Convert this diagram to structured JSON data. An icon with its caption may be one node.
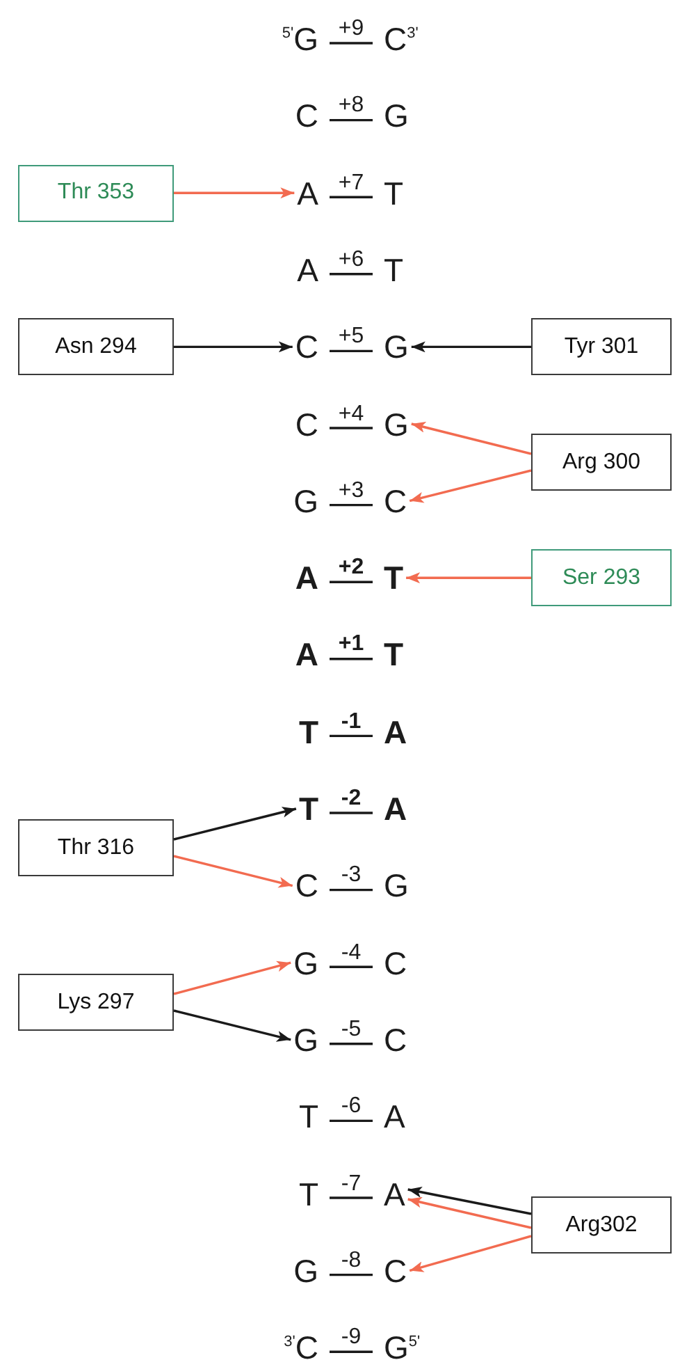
{
  "diagram": {
    "nodes": [
      {
        "text": [
          "$^{5'}$G"
        ]
      },
      {
        "text": [
          "C$^{3'}$"
        ]
      },
      {
        "text": [
          "C"
        ]
      },
      {
        "text": [
          "G"
        ]
      },
      {
        "text": [
          "Thr 353"
        ]
      },
      {
        "text": [
          "A"
        ]
      },
      {
        "text": [
          "T"
        ]
      },
      {
        "text": [
          "A"
        ]
      },
      {
        "text": [
          "T"
        ]
      },
      {
        "text": [
          "Asn 294"
        ]
      },
      {
        "text": [
          "C"
        ]
      },
      {
        "text": [
          "G"
        ]
      },
      {
        "text": [
          "Tyr 301"
        ]
      },
      {
        "text": [
          "C"
        ]
      },
      {
        "text": [
          "G"
        ]
      },
      {
        "text": [
          "Arg 300"
        ]
      },
      {
        "text": [
          "G"
        ]
      },
      {
        "text": [
          "C"
        ]
      },
      {
        "text": [
          "A"
        ]
      },
      {
        "text": [
          "T"
        ]
      },
      {
        "text": [
          "Ser 293"
        ]
      },
      {
        "text": [
          "A"
        ]
      },
      {
        "text": [
          "T"
        ]
      },
      {
        "text": [
          "T"
        ]
      },
      {
        "text": [
          "A"
        ]
      },
      {
        "text": [
          "T"
        ]
      },
      {
        "text": [
          "A"
        ]
      },
      {
        "text": [
          "Thr 316"
        ]
      },
      {
        "text": [
          "C"
        ]
      },
      {
        "text": [
          "G"
        ]
      },
      {
        "text": [
          "Lys 297"
        ]
      },
      {
        "text": [
          "G"
        ]
      },
      {
        "text": [
          "C"
        ]
      },
      {
        "text": [
          "G"
        ]
      },
      {
        "text": [
          "C"
        ]
      },
      {
        "text": [
          "T"
        ]
      },
      {
        "text": [
          "A"
        ]
      },
      {
        "text": [
          "T"
        ]
      },
      {
        "text": [
          "A"
        ]
      },
      {
        "text": [
          "Arg302"
        ]
      },
      {
        "text": [
          "G"
        ]
      },
      {
        "text": [
          "C"
        ]
      },
      {
        "text": [
          "$^{3'}$C"
        ]
      },
      {
        "text": [
          "G$^{5'}$"
        ]
      }
    ],
    "edges": [
      {
        "from": 0,
        "to": 1,
        "arrow": "none",
        "label": "+9"
      },
      {
        "from": 2,
        "to": 3,
        "arrow": "none",
        "label": "+8"
      },
      {
        "from": 4,
        "to": 5,
        "arrow": "to",
        "color": "#f26b50"
      },
      {
        "from": 5,
        "to": 6,
        "arrow": "none",
        "label": "+7"
      },
      {
        "from": 7,
        "to": 8,
        "arrow": "none",
        "label": "+6"
      },
      {
        "from": 9,
        "to": 10,
        "arrow": "to"
      },
      {
        "from": 10,
        "to": 11,
        "arrow": "none",
        "label": "+5"
      },
      {
        "from": 12,
        "to": 11,
        "arrow": "to"
      },
      {
        "from": 13,
        "to": 14,
        "arrow": "none",
        "label": "+4"
      },
      {
        "from": 15,
        "to": 14,
        "arrow": "to",
        "color": "#f26b50"
      },
      {
        "from": 15,
        "to": 17,
        "arrow": "to",
        "color": "#f26b50"
      },
      {
        "from": 16,
        "to": 17,
        "arrow": "none",
        "label": "+3"
      },
      {
        "from": 18,
        "to": 19,
        "arrow": "none",
        "label": "+2"
      },
      {
        "from": 20,
        "to": 19,
        "arrow": "to",
        "color": "#f26b50"
      },
      {
        "from": 21,
        "to": 22,
        "arrow": "none",
        "label": "+1"
      },
      {
        "from": 23,
        "to": 24,
        "arrow": "none",
        "label": "-1"
      },
      {
        "from": 25,
        "to": 26,
        "arrow": "none",
        "label": "-2"
      },
      {
        "from": 27,
        "to": 25,
        "arrow": "to"
      },
      {
        "from": 27,
        "to": 28,
        "arrow": "to",
        "color": "#f26b50"
      },
      {
        "from": 28,
        "to": 29,
        "arrow": "none",
        "label": "-3"
      },
      {
        "from": 30,
        "to": 31,
        "arrow": "to",
        "color": "#f26b50"
      },
      {
        "from": 30,
        "to": 33,
        "arrow": "to"
      },
      {
        "from": 31,
        "to": 32,
        "arrow": "none",
        "label": "-4"
      },
      {
        "from": 33,
        "to": 34,
        "arrow": "none",
        "label": "-5"
      },
      {
        "from": 35,
        "to": 36,
        "arrow": "none",
        "label": "-6"
      },
      {
        "from": 37,
        "to": 38,
        "arrow": "none",
        "label": "-7"
      },
      {
        "from": 39,
        "to": 38,
        "arrow": "to"
      },
      {
        "from": 39,
        "to": 38,
        "arrow": "to",
        "color": "#f26b50"
      },
      {
        "from": 39,
        "to": 41,
        "arrow": "to",
        "color": "#f26b50"
      },
      {
        "from": 40,
        "to": 41,
        "arrow": "none",
        "label": "-8"
      },
      {
        "from": 42,
        "to": 43,
        "arrow": "none",
        "label": "-9"
      }
    ]
  }
}
